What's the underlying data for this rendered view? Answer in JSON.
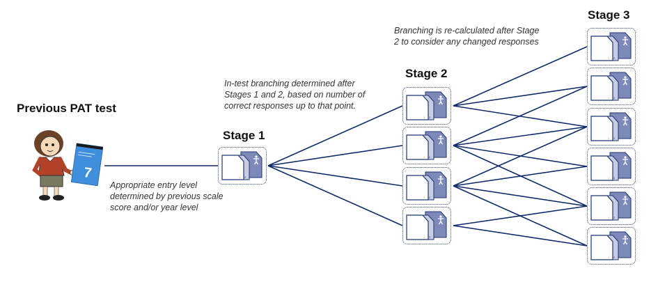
{
  "colors": {
    "line": "#0f2a6b",
    "doc_back": "#7d89b8",
    "doc_mid": "#c9cde3",
    "doc_front": "#ffffff",
    "doc_border": "#1e3570",
    "book": "#3f8fdc"
  },
  "headings": {
    "previous": "Previous PAT test",
    "stage1": "Stage 1",
    "stage2": "Stage 2",
    "stage3": "Stage 3"
  },
  "notes": {
    "entry": [
      "Appropriate entry level",
      "determined by previous scale",
      "score and/or year level"
    ],
    "in_test": [
      "In-test branching determined after",
      "Stages 1 and 2, based on number of",
      "correct responses up to that point."
    ],
    "recalc": [
      "Branching is re-calculated after Stage",
      "2 to consider any changed responses"
    ]
  },
  "book_label": "7",
  "doc_icon": {
    "front_number": "1",
    "mid_number": "2",
    "back_icon": "person-icon"
  },
  "stages": {
    "stage1": {
      "boxes": 1
    },
    "stage2": {
      "boxes": 4
    },
    "stage3": {
      "boxes": 6
    }
  },
  "connections": {
    "previous_to_stage1": [
      [
        0,
        0
      ]
    ],
    "stage1_to_stage2": [
      [
        0,
        0
      ],
      [
        0,
        1
      ],
      [
        0,
        2
      ],
      [
        0,
        3
      ]
    ],
    "stage2_to_stage3": [
      [
        0,
        0
      ],
      [
        0,
        1
      ],
      [
        0,
        2
      ],
      [
        1,
        1
      ],
      [
        1,
        2
      ],
      [
        1,
        3
      ],
      [
        1,
        4
      ],
      [
        2,
        2
      ],
      [
        2,
        3
      ],
      [
        2,
        4
      ],
      [
        2,
        5
      ],
      [
        3,
        4
      ],
      [
        3,
        5
      ]
    ]
  }
}
